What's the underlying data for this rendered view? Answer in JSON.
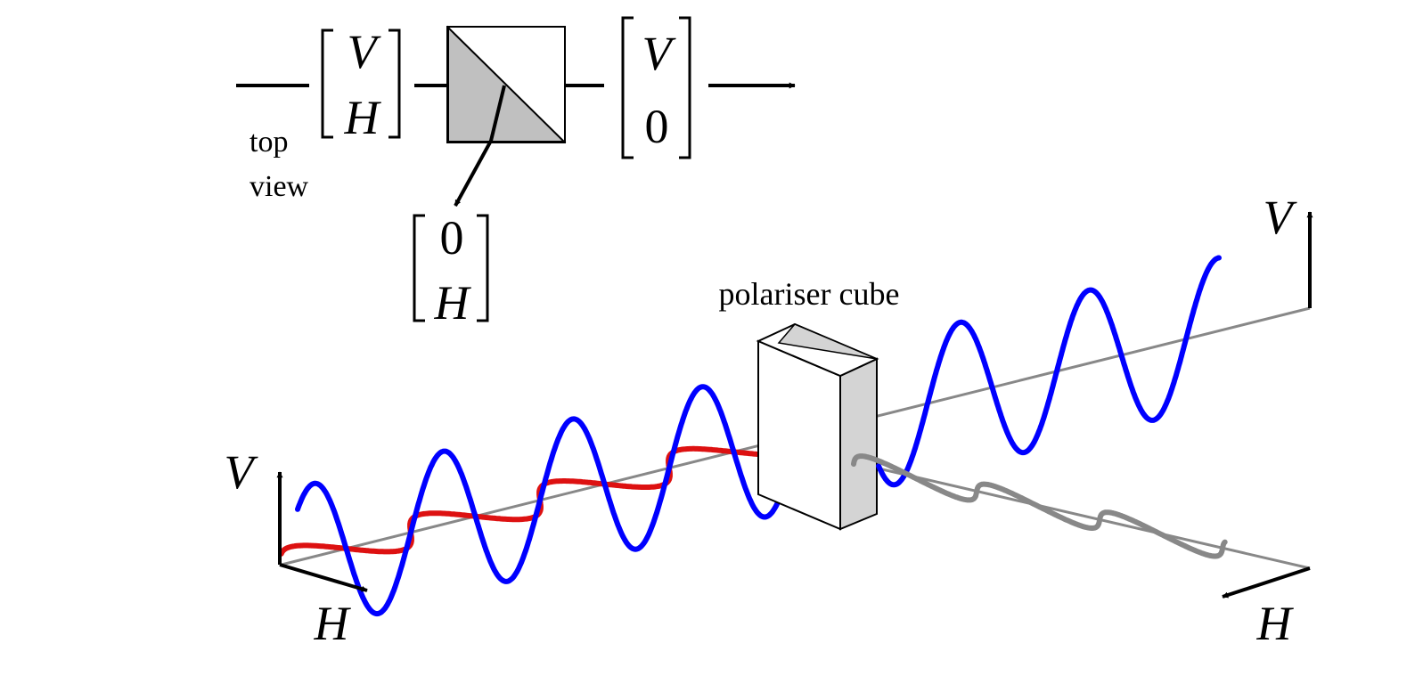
{
  "top_view": {
    "caption_line1": "top",
    "caption_line2": "view",
    "input_vector": [
      "V",
      "H"
    ],
    "output_vector": [
      "V",
      "0"
    ],
    "reflected_vector": [
      "0",
      "H"
    ]
  },
  "perspective_view": {
    "component_label": "polariser cube",
    "left_axes": {
      "vertical": "V",
      "horizontal": "H"
    },
    "right_axes": {
      "vertical": "V",
      "horizontal": "H"
    }
  },
  "colors": {
    "vertical_wave": "#0000ff",
    "horizontal_wave": "#dd1111",
    "reflected_wave": "#888888",
    "beam_axis": "#888888",
    "splitter_fill": "#c0c0c0",
    "cube_side": "#d4d4d4"
  },
  "icons": [
    "arrow-right-icon",
    "arrow-up-icon",
    "arrow-diagonal-icon"
  ]
}
